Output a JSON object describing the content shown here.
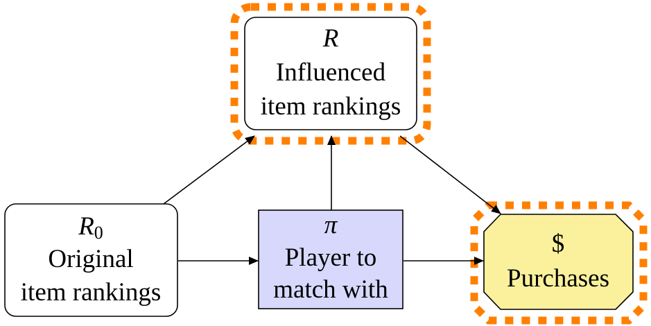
{
  "diagram": {
    "nodes": {
      "influenced": {
        "symbol": "R",
        "line1": "Influenced",
        "line2": "item rankings",
        "highlighted": true
      },
      "original": {
        "symbol": "R",
        "subscript": "0",
        "line1": "Original",
        "line2": "item rankings"
      },
      "player": {
        "symbol": "π",
        "line1": "Player to",
        "line2": "match with",
        "fill": "#d8d8fc"
      },
      "purchases": {
        "symbol": "$",
        "line1": "Purchases",
        "fill": "#fbf19d",
        "highlighted": true
      }
    },
    "edges": [
      {
        "from": "original",
        "to": "influenced"
      },
      {
        "from": "original",
        "to": "player"
      },
      {
        "from": "player",
        "to": "influenced"
      },
      {
        "from": "player",
        "to": "purchases"
      },
      {
        "from": "influenced",
        "to": "purchases"
      }
    ],
    "highlight_color": "#ff8000"
  }
}
